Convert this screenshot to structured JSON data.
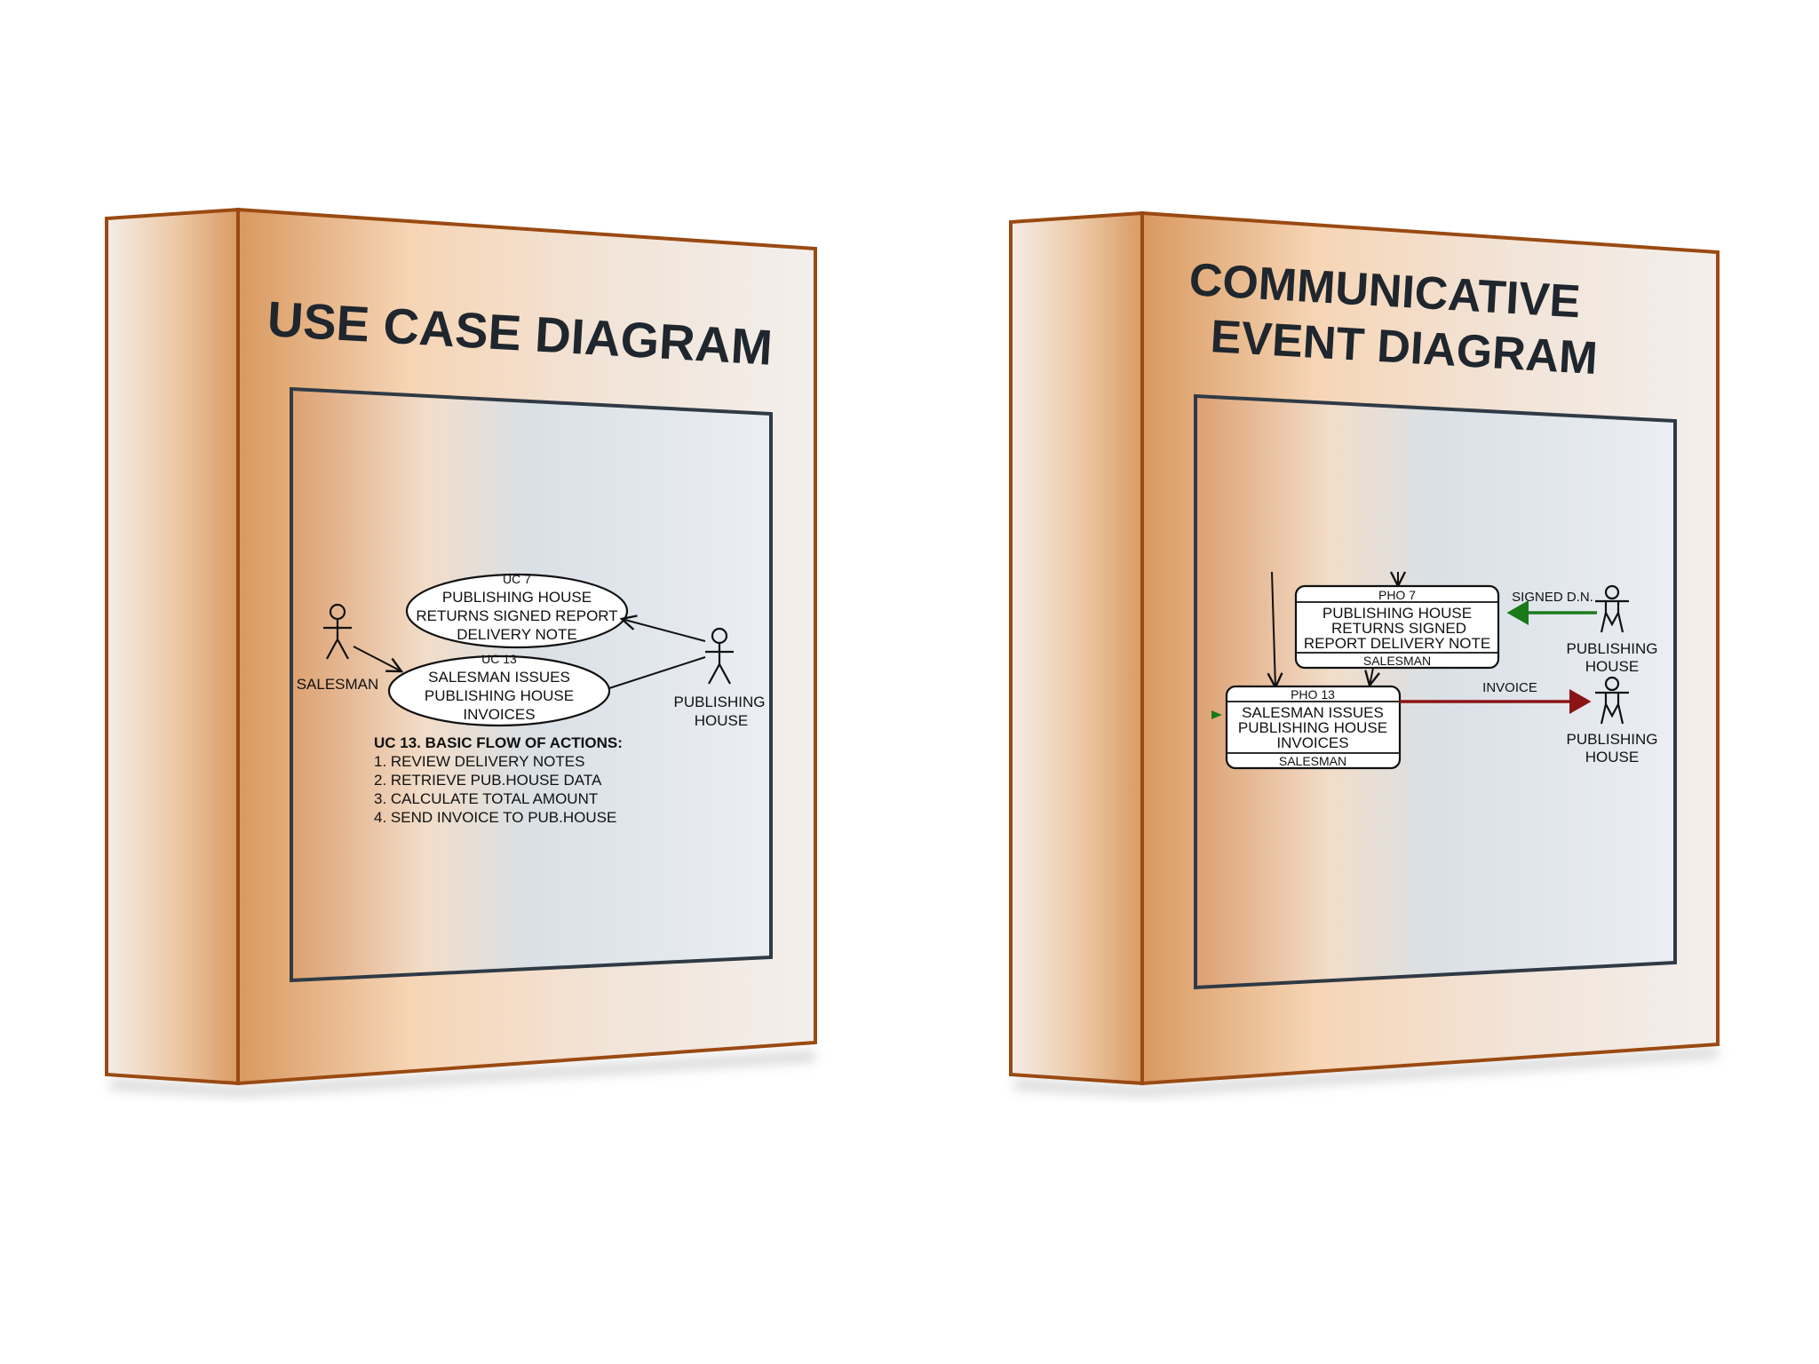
{
  "left_binder": {
    "title": "USE CASE DIAGRAM",
    "uc7": {
      "id": "UC 7",
      "lines": [
        "PUBLISHING HOUSE",
        "RETURNS SIGNED REPORT",
        "DELIVERY NOTE"
      ]
    },
    "uc13": {
      "id": "UC 13",
      "lines": [
        "SALESMAN ISSUES",
        "PUBLISHING HOUSE",
        "INVOICES"
      ]
    },
    "actor_salesman": "SALESMAN",
    "actor_publishing": [
      "PUBLISHING",
      "HOUSE"
    ],
    "flow_title": "UC 13. BASIC FLOW OF ACTIONS:",
    "flow_steps": [
      "1. REVIEW DELIVERY NOTES",
      "2. RETRIEVE PUB.HOUSE DATA",
      "3. CALCULATE TOTAL AMOUNT",
      "4. SEND INVOICE TO PUB.HOUSE"
    ]
  },
  "right_binder": {
    "title": [
      "COMMUNICATIVE",
      "EVENT DIAGRAM"
    ],
    "pho7": {
      "id": "PHO 7",
      "lines": [
        "PUBLISHING HOUSE",
        "RETURNS SIGNED",
        "REPORT DELIVERY NOTE"
      ],
      "actor": "SALESMAN"
    },
    "pho13": {
      "id": "PHO 13",
      "lines": [
        "SALESMAN ISSUES",
        "PUBLISHING HOUSE",
        "INVOICES"
      ],
      "actor": "SALESMAN"
    },
    "flow_signed": "SIGNED D.N.",
    "flow_invoice": "INVOICE",
    "actor_top": [
      "PUBLISHING",
      "HOUSE"
    ],
    "actor_bottom": [
      "PUBLISHING",
      "HOUSE"
    ]
  },
  "colors": {
    "binder_edge": "#9a4a12",
    "binder_dark": "#dca070",
    "binder_light": "#f3ece6",
    "frame": "#2f3a45",
    "signed_arrow": "#1a7a1a",
    "invoice_arrow": "#8b1414"
  }
}
